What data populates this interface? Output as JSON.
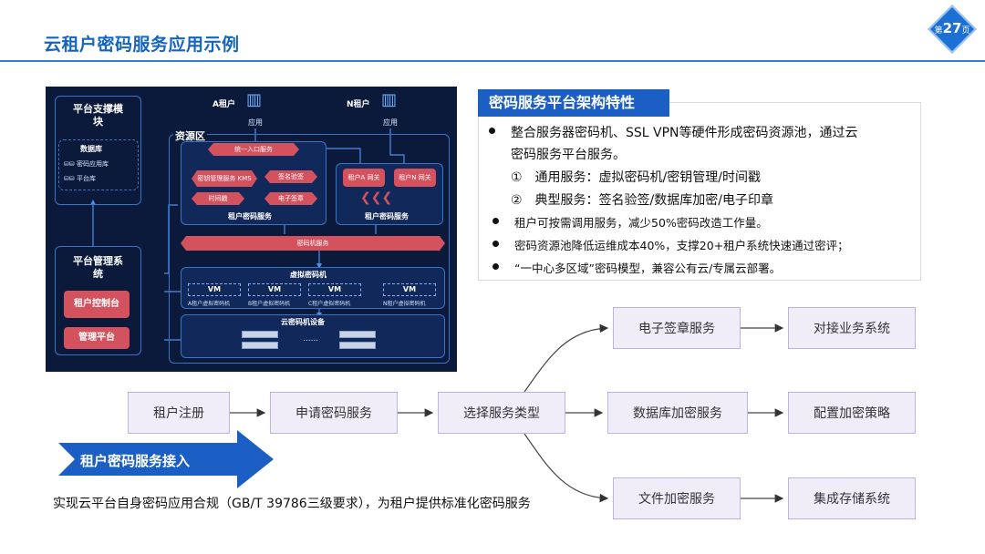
{
  "header": {
    "title": "云租户密码服务应用示例",
    "page_prefix": "第",
    "page_number": "27",
    "page_suffix": "页"
  },
  "architecture": {
    "platform_support": "平台支撑模块",
    "database": "数据库",
    "db_item_1": "密码应用库",
    "db_item_2": "平台库",
    "platform_mgmt": "平台管理系统",
    "tenant_console": "租户控制台",
    "mgmt_platform": "管理平台",
    "tenant_a": "A租户",
    "tenant_n": "N租户",
    "app_a": "应用",
    "app_n": "应用",
    "resource_zone": "资源区",
    "unified_entry": "统一入口服务",
    "kms": "密钥管理服务 KMS",
    "signature_verify": "签名验签",
    "timestamp": "时间戳",
    "e_seal": "电子签章",
    "tenant_crypto_service_1": "租户密码服务",
    "gateway_a": "租户A 网关",
    "gateway_n": "租户N 网关",
    "tenant_crypto_service_2": "租户密码服务",
    "crypto_device_service": "密码机服务",
    "virtual_crypto_machine": "虚拟密码机",
    "vm_label": "VM",
    "vm_names": [
      "A租户虚拟密码机",
      "B租户虚拟密码机",
      "C租户虚拟密码机",
      "N租户虚拟密码机"
    ],
    "cloud_crypto_device": "云密码机设备",
    "ellipsis": "......"
  },
  "features": {
    "title": "密码服务平台架构特性",
    "line1": "整合服务器密码机、SSL VPN等硬件形成密码资源池，通过云",
    "line2": "密码服务平台服务。",
    "line3": "①　通用服务：虚拟密码机/密钥管理/时间戳",
    "line4": "②　典型服务：签名验签/数据库加密/电子印章",
    "line5": "租户可按需调用服务，减少50%密码改造工作量。",
    "line6": "密码资源池降低运维成本40%，支撑20+租户系统快速通过密评；",
    "line7": "“一中心多区域”密码模型，兼容公有云/专属云部署。"
  },
  "flow": {
    "register": "租户注册",
    "apply": "申请密码服务",
    "select": "选择服务类型",
    "e_sign": "电子签章服务",
    "db_encrypt": "数据库加密服务",
    "file_encrypt": "文件加密服务",
    "biz_system": "对接业务系统",
    "config_policy": "配置加密策略",
    "storage_system": "集成存储系统"
  },
  "banner": {
    "label": "租户密码服务接入",
    "caption": "实现云平台自身密码应用合规（GB/T 39786三级要求），为租户提供标准化密码服务"
  },
  "colors": {
    "accent": "#1565c0",
    "banner": "#1b5fc4",
    "diagram_bg": "#0b1a3b",
    "diagram_red": "#d4515e",
    "flow_fill": "#f0edf9",
    "flow_border": "#bcb3de"
  }
}
